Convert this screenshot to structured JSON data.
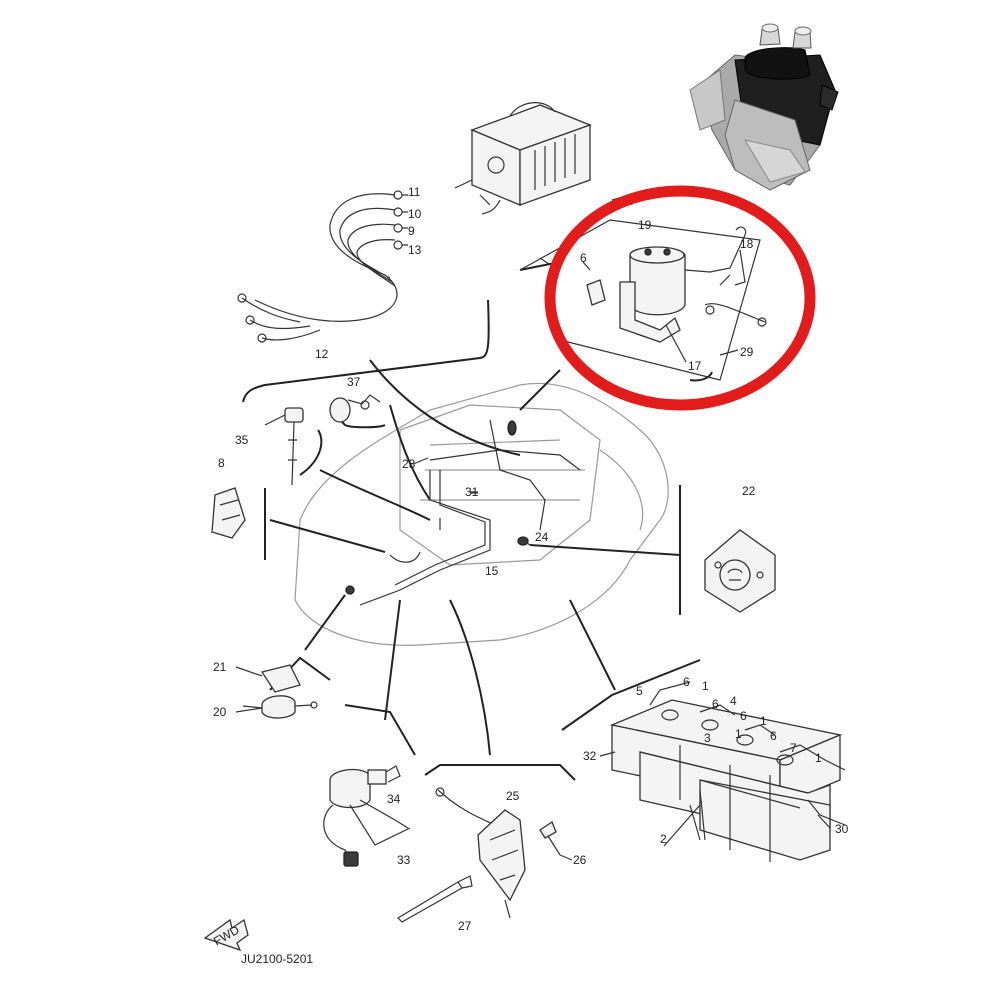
{
  "diagram": {
    "code": "JU2100-5201",
    "fwd_label": "FWD",
    "callouts": {
      "c1a": "1",
      "c1b": "1",
      "c1c": "1",
      "c1d": "1",
      "c2": "2",
      "c4": "4",
      "c5": "5",
      "c6a": "6",
      "c6b": "6",
      "c6c": "6",
      "c6d": "6",
      "c7": "7",
      "c8": "8",
      "c9": "9",
      "c10": "10",
      "c11": "11",
      "c12": "12",
      "c13": "13",
      "c15": "15",
      "c17": "17",
      "c18": "18",
      "c19": "19",
      "c20": "20",
      "c21": "21",
      "c22": "22",
      "c23": "23",
      "c24": "24",
      "c25": "25",
      "c26": "26",
      "c27": "27",
      "c29": "29",
      "c30": "30",
      "c31": "31",
      "c32": "32",
      "c33": "33",
      "c34": "34",
      "c35": "35",
      "c37": "37",
      "c3": "3",
      "c6e": "6"
    },
    "highlight_color": "#e21b1b"
  }
}
